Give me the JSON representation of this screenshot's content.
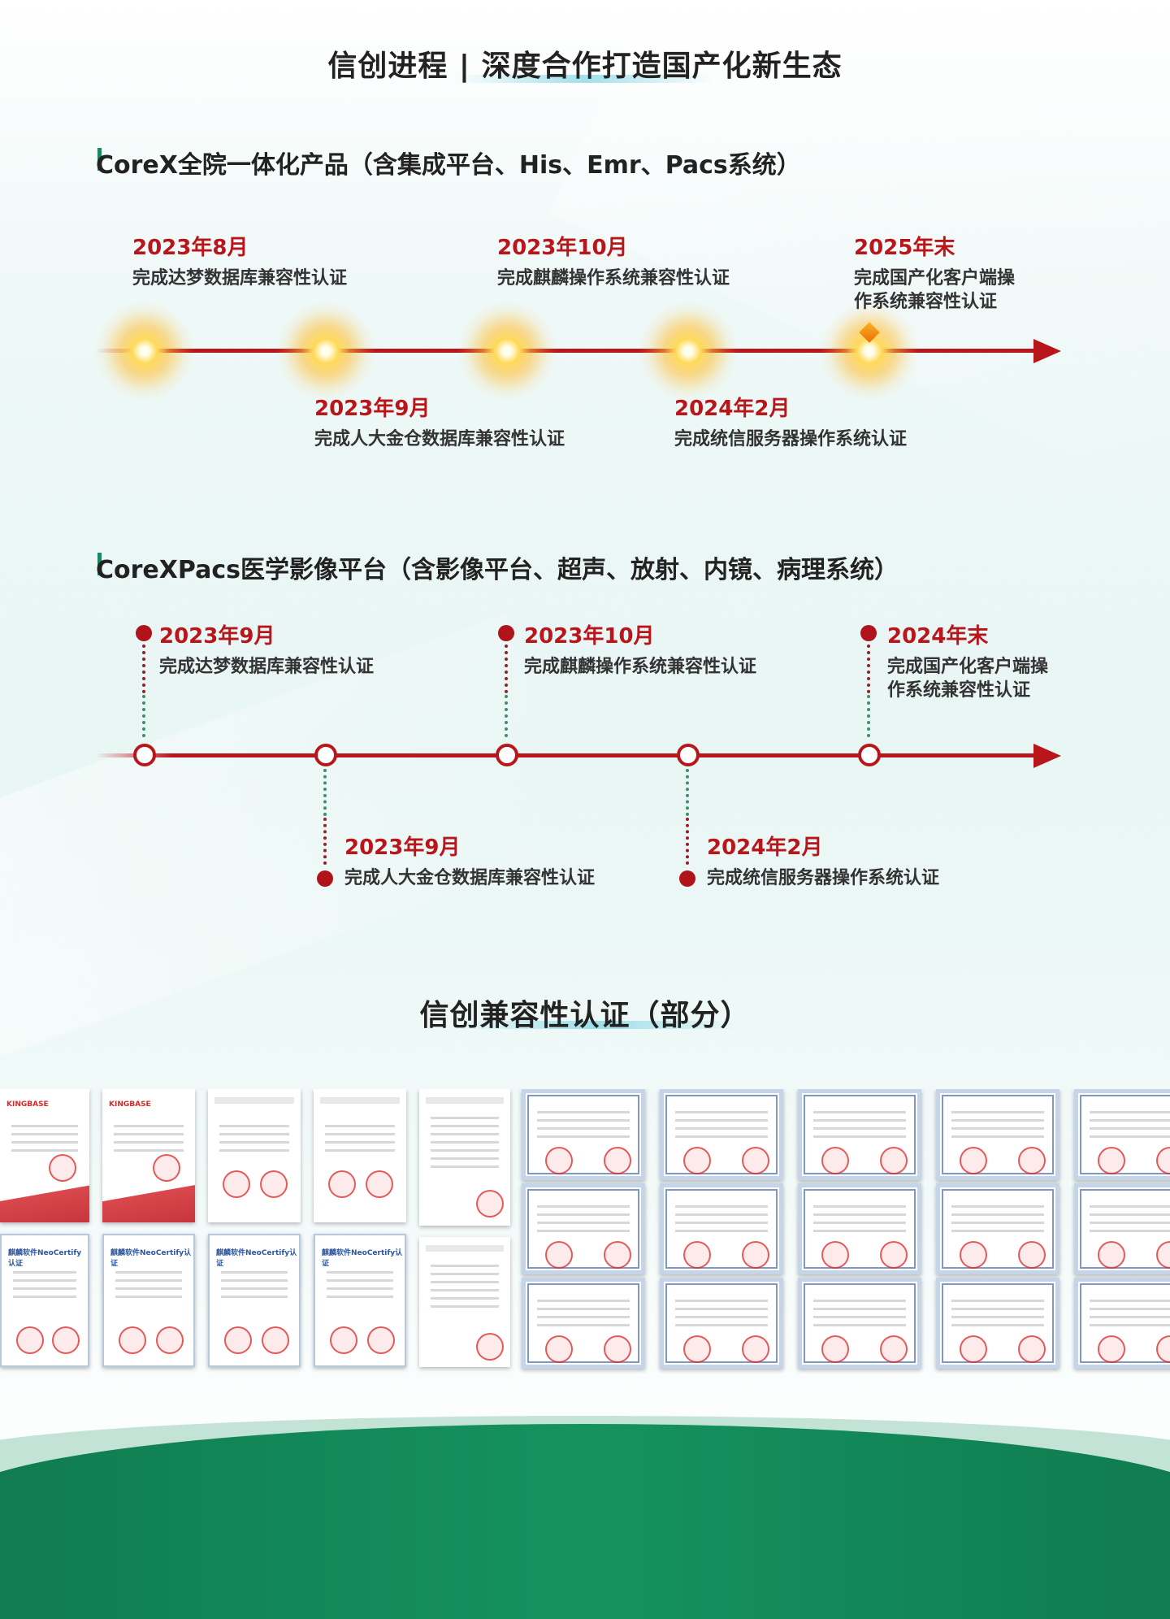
{
  "page": {
    "title": "信创进程 | 深度合作打造国产化新生态",
    "colors": {
      "accent_red": "#b8161b",
      "accent_green": "#1c8a60",
      "bg_mint": "#e8f6f4"
    }
  },
  "section1": {
    "heading": "CoreX全院一体化产品（含集成平台、His、Emr、Pacs系统）",
    "events": [
      {
        "date": "2023年8月",
        "desc": "完成达梦数据库兼容性认证"
      },
      {
        "date": "2023年9月",
        "desc": "完成人大金仓数据库兼容性认证"
      },
      {
        "date": "2023年10月",
        "desc": "完成麒麟操作系统兼容性认证"
      },
      {
        "date": "2024年2月",
        "desc": "完成统信服务器操作系统认证"
      },
      {
        "date": "2025年末",
        "desc_line1": "完成国产化客户端操",
        "desc_line2": "作系统兼容性认证"
      }
    ]
  },
  "section2": {
    "heading": "CoreXPacs医学影像平台（含影像平台、超声、放射、内镜、病理系统）",
    "events": [
      {
        "date": "2023年9月",
        "desc": "完成达梦数据库兼容性认证"
      },
      {
        "date": "2023年9月",
        "desc": "完成人大金仓数据库兼容性认证"
      },
      {
        "date": "2023年10月",
        "desc": "完成麒麟操作系统兼容性认证"
      },
      {
        "date": "2024年2月",
        "desc": "完成统信服务器操作系统认证"
      },
      {
        "date": "2024年末",
        "desc_line1": "完成国产化客户端操",
        "desc_line2": "作系统兼容性认证"
      }
    ]
  },
  "certs": {
    "title": "信创兼容性认证（部分）",
    "kingbase_tag": "KINGBASE",
    "kylin_tag": "麒麟软件NeoCertify认证"
  }
}
